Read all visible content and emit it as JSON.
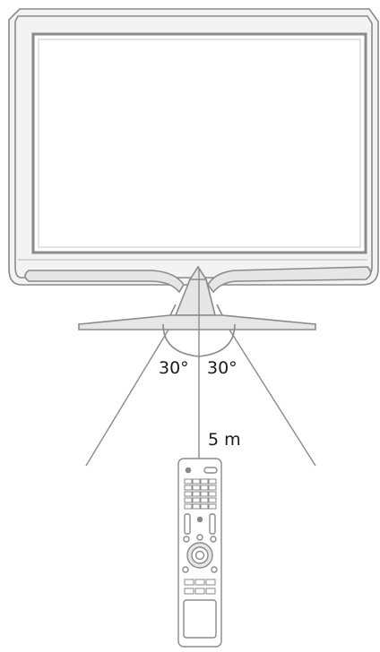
{
  "labels": {
    "angle_left": "30°",
    "angle_right": "30°",
    "distance": "5 m"
  },
  "colors": {
    "line": "#8a8a8a",
    "fill": "#e6e6e6",
    "text": "#1a1a1a"
  },
  "icons": [
    "tv-icon",
    "remote-control-icon"
  ]
}
